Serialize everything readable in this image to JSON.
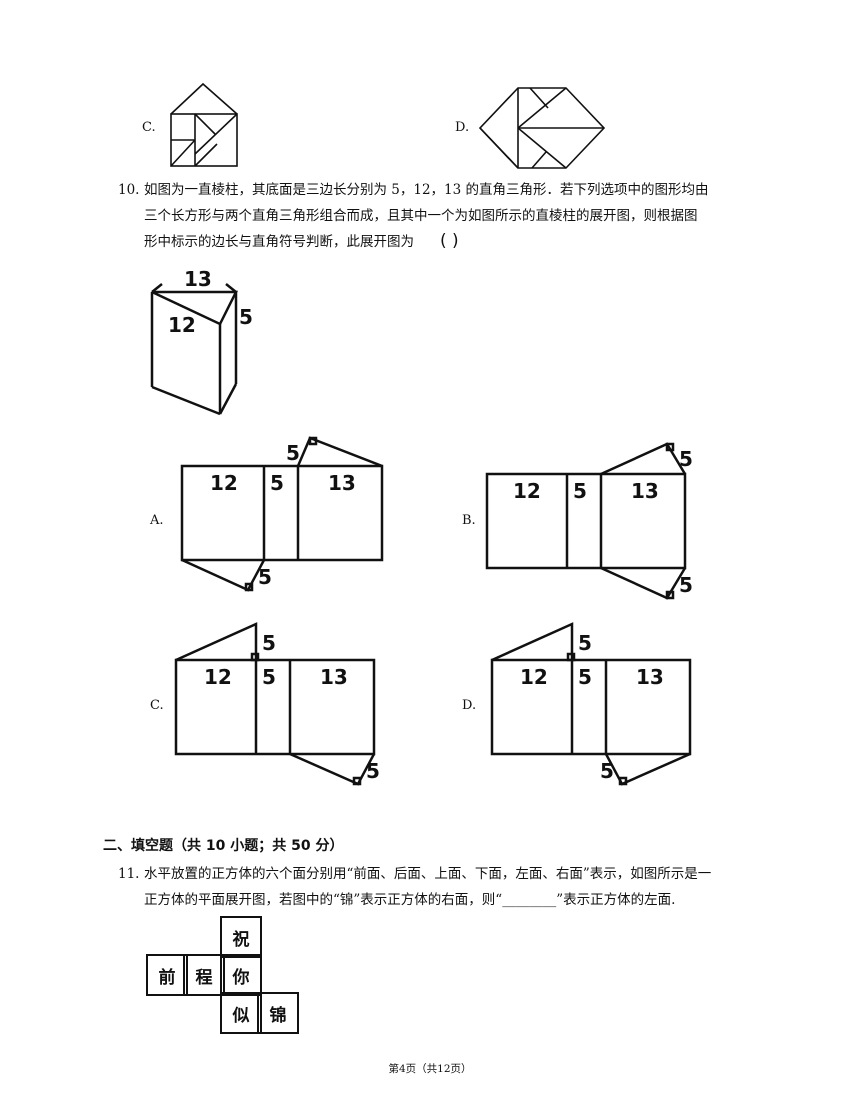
{
  "top_options": {
    "c_label": "C.",
    "d_label": "D."
  },
  "q10": {
    "number": "10.",
    "line1": "如图为一直棱柱，其底面是三边长分别为 5，12，13 的直角三角形．若下列选项中的图形均由",
    "line2": "三个长方形与两个直角三角形组合而成，且其中一个为如图所示的直棱柱的展开图，则根据图",
    "line3": "形中标示的边长与直角符号判断，此展开图为",
    "paren": "(      )",
    "prism_labels": {
      "top": "13",
      "diag": "12",
      "side": "5"
    },
    "net_labels": {
      "a": "12",
      "b": "5",
      "c": "13",
      "t": "5"
    },
    "options": {
      "a": "A.",
      "b": "B.",
      "c": "C.",
      "d": "D."
    }
  },
  "section2": {
    "title": "二、填空题（共 10 小题；共 50 分）"
  },
  "q11": {
    "number": "11.",
    "line1": "水平放置的正方体的六个面分别用“前面、后面、上面、下面，左面、右面”表示，如图所示是一",
    "line2": "正方体的平面展开图，若图中的“锦”表示正方体的右面，则“________”表示正方体的左面.",
    "cells": {
      "c1": "祝",
      "c2": "前",
      "c3": "程",
      "c4": "你",
      "c5": "似",
      "c6": "锦"
    }
  },
  "footer": "第4页（共12页）"
}
